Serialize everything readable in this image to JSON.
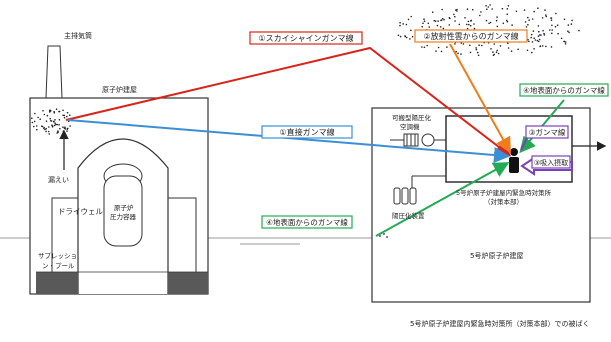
{
  "labels": {
    "stack": "主排気筒",
    "reactor_building": "原子炉建屋",
    "leak": "漏えい",
    "drywell": "ドライウェル",
    "rpv_line1": "原子炉",
    "rpv_line2": "圧力容器",
    "suppression_line1": "サプレッショ",
    "suppression_line2": "ン・プール",
    "portable_filter_line1": "可搬型陽圧化",
    "portable_filter_line2": "空調機",
    "pressurizer": "陽圧化装置",
    "emergency_room_line1": "5号炉原子炉建屋内緊急時対策所",
    "emergency_room_line2": "（対策本部）",
    "unit5_building": "5号炉原子炉建屋",
    "caption": "5号炉原子炉建屋内緊急時対策所（対策本部）での被ばく"
  },
  "pathways": {
    "skyshine": "①スカイシャインガンマ線",
    "cloud": "②放射性雲からのガンマ線",
    "direct": "①直接ガンマ線",
    "ground_deposit": "④地表面からのガンマ線",
    "ground_surface": "④地表面からのガンマ線",
    "indoor_gamma": "③ガンマ線",
    "inhalation": "③吸入摂取"
  },
  "colors": {
    "skyshine": "#d9241c",
    "cloud": "#ee7d1c",
    "direct": "#3b8fd4",
    "ground": "#22aa55",
    "indoor": "#7b42b8"
  }
}
